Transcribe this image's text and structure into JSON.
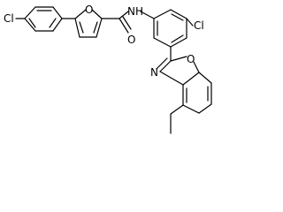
{
  "labels": {
    "chloro_left": "Cl",
    "furan_oxygen": "O",
    "amide_nh": "NH",
    "carbonyl_oxygen": "O",
    "chloro_right": "Cl",
    "oxazole_nitrogen": "N",
    "oxazole_oxygen": "O"
  }
}
